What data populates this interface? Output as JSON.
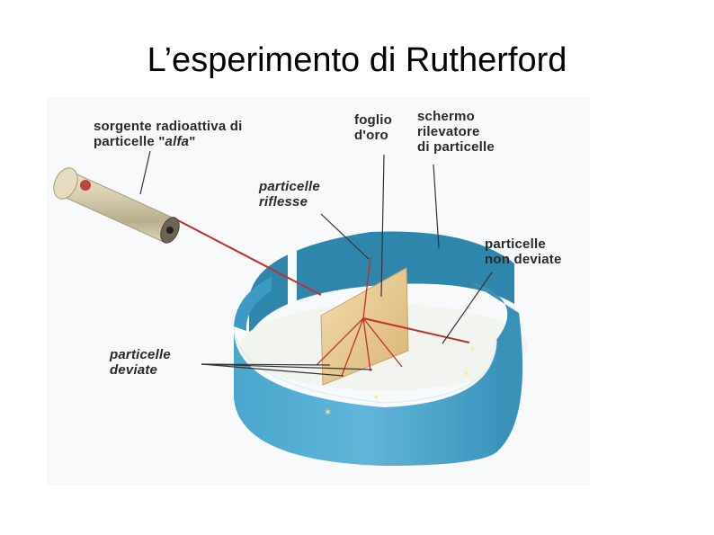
{
  "slide": {
    "title": "L’esperimento di Rutherford"
  },
  "diagram": {
    "labels": {
      "source_line1": "sorgente radioattiva di",
      "source_line2_prefix": "particelle \"",
      "source_line2_italic": "alfa",
      "source_line2_suffix": "\"",
      "foil_line1": "foglio",
      "foil_line2": "d'oro",
      "screen_line1": "schermo",
      "screen_line2": "rilevatore",
      "screen_line3": "di particelle",
      "reflected_line1": "particelle",
      "reflected_line2": "riflesse",
      "undeviated_line1": "particelle",
      "undeviated_line2": "non deviate",
      "deviated_line1": "particelle",
      "deviated_line2": "deviate"
    },
    "colors": {
      "screen": "#3f9dc3",
      "screen_dark": "#2b7fa5",
      "foil": "#e8c98a",
      "beam": "#c0302a",
      "source": "#cfc3a3"
    }
  }
}
